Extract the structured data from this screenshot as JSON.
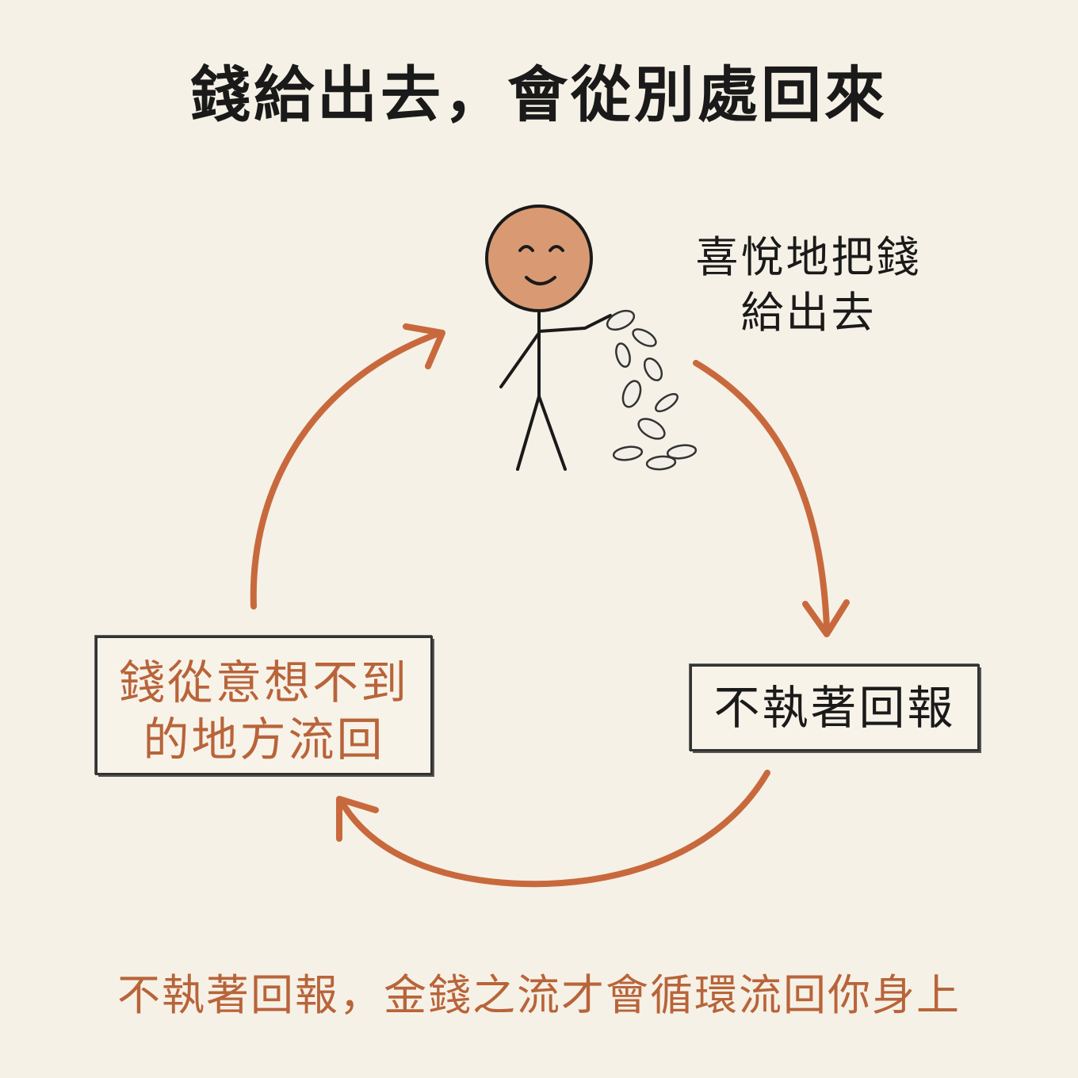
{
  "title": "錢給出去，會從別處回來",
  "caption": {
    "line1": "喜悅地把錢",
    "line2": "給出去"
  },
  "left_box": {
    "line1": "錢從意想不到",
    "line2": "的地方流回"
  },
  "right_box": {
    "label": "不執著回報"
  },
  "footer": "不執著回報，金錢之流才會循環流回你身上",
  "colors": {
    "background": "#f6f1e6",
    "accent": "#b8643a",
    "arrow": "#c8693d",
    "face": "#d99a73",
    "ink": "#1a1a1a"
  },
  "icons": {
    "figure": "smiling-stick-figure-icon",
    "coins": "falling-coins-icon"
  }
}
